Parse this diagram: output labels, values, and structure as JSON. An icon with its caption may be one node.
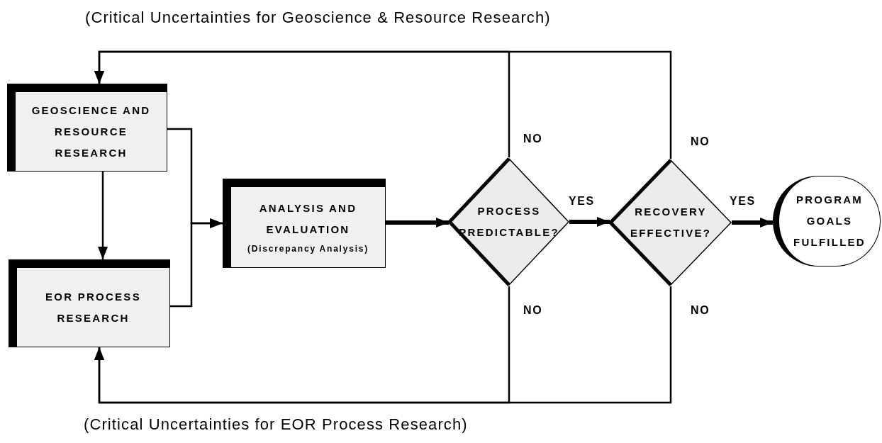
{
  "diagram": {
    "nodes": [
      {
        "text": [
          "GEOSCIENCE AND RESOURCE RESEARCH"
        ]
      },
      {
        "text": [
          "EOR PROCESS RESEARCH"
        ]
      },
      {
        "text": [
          "ANALYSIS AND EVALUATION",
          "(Discrepancy Analysis)"
        ]
      },
      {
        "text": [
          "PROCESS PREDICTABLE?"
        ]
      },
      {
        "text": [
          "RECOVERY EFFECTIVE?"
        ]
      },
      {
        "text": [
          "PROGRAM GOALS FULFILLED"
        ]
      }
    ],
    "edges": [
      {
        "from": 0,
        "to": 1,
        "arrow": "to"
      },
      {
        "from": 0,
        "to": 2,
        "arrow": "to"
      },
      {
        "from": 1,
        "to": 2,
        "arrow": "to"
      },
      {
        "from": 2,
        "to": 3,
        "arrow": "to",
        "style": "thick"
      },
      {
        "from": 3,
        "to": 4,
        "arrow": "to",
        "label": "YES",
        "style": "thick"
      },
      {
        "from": 4,
        "to": 5,
        "arrow": "to",
        "label": "YES",
        "style": "thick"
      },
      {
        "from": 3,
        "to": 0,
        "arrow": "to",
        "label": "NO"
      },
      {
        "from": 4,
        "to": 0,
        "arrow": "to",
        "label": "NO"
      },
      {
        "from": 3,
        "to": 1,
        "arrow": "to",
        "label": "NO"
      },
      {
        "from": 4,
        "to": 1,
        "arrow": "to",
        "label": "NO"
      }
    ],
    "labels": [
      "(Critical Uncertainties for Geoscience & Resource Research)",
      "(Critical Uncertainties for EOR Process Research)"
    ]
  }
}
